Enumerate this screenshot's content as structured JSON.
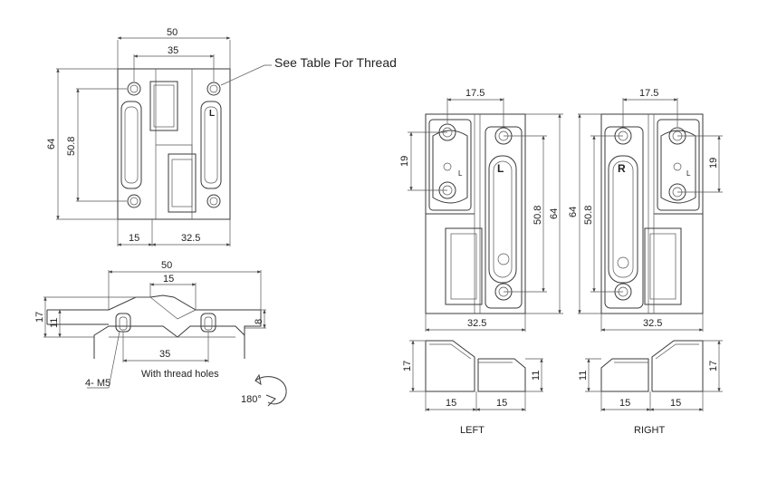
{
  "callouts": {
    "see_table": "See Table For Thread",
    "thread_holes": "With thread holes",
    "m5": "4- M5",
    "rotate": "180°"
  },
  "left_front": {
    "w50": "50",
    "w35": "35",
    "h64": "64",
    "h508": "50.8",
    "w15": "15",
    "w325": "32.5",
    "mark": "L"
  },
  "left_side": {
    "w50": "50",
    "w15": "15",
    "h17": "17",
    "h11": "11",
    "h8": "8",
    "w35": "35"
  },
  "right_pair": {
    "l_top": "17.5",
    "l_h19": "19",
    "l_mark": "L",
    "l_h508": "50.8",
    "l_h64": "64",
    "l_bottom": "32.5",
    "r_top": "17.5",
    "r_h19": "19",
    "r_mark": "R",
    "r_h64": "64",
    "r_h508": "50.8",
    "r_bottom": "32.5"
  },
  "side_views": {
    "left": {
      "h17": "17",
      "h11": "11",
      "w15a": "15",
      "w15b": "15",
      "caption": "LEFT"
    },
    "right": {
      "h11": "11",
      "h17": "17",
      "w15a": "15",
      "w15b": "15",
      "caption": "RIGHT"
    }
  }
}
